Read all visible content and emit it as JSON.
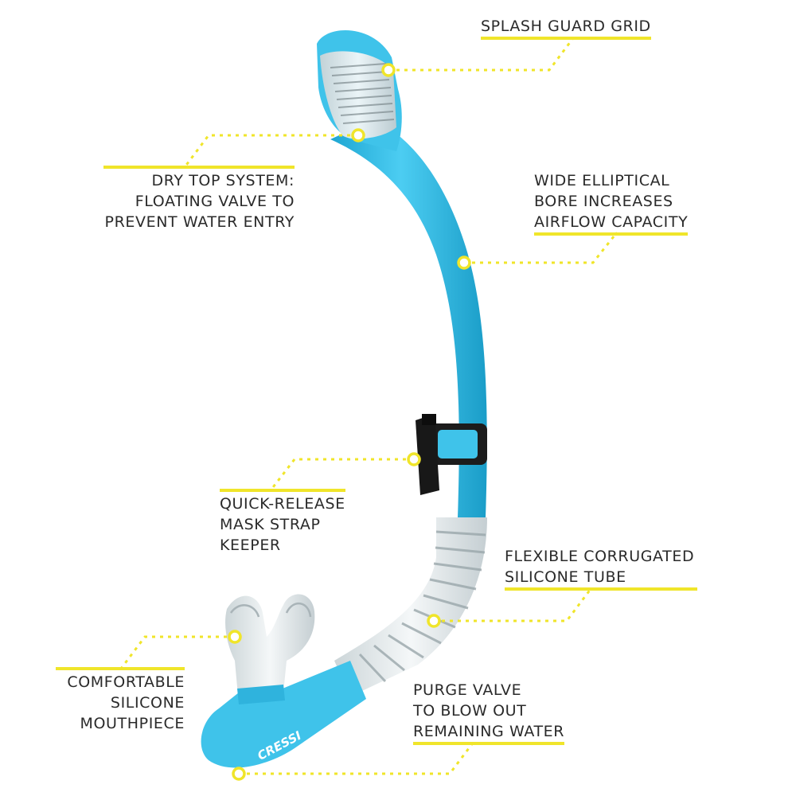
{
  "colors": {
    "accent_yellow": "#f0e52a",
    "tube_blue": "#3fc3ea",
    "tube_blue_dark": "#1ea6d2",
    "clear_silicone": "#e6ecee",
    "text": "#2a2a2a"
  },
  "brand": {
    "logo_text": "CRESSI"
  },
  "callouts": {
    "splash_guard": {
      "lines": [
        "SPLASH GUARD GRID"
      ]
    },
    "dry_top": {
      "lines": [
        "DRY TOP SYSTEM:",
        "FLOATING VALVE TO",
        "PREVENT WATER ENTRY"
      ]
    },
    "elliptical_bore": {
      "lines": [
        "WIDE ELLIPTICAL",
        "BORE INCREASES",
        "AIRFLOW CAPACITY"
      ]
    },
    "strap_keeper": {
      "lines": [
        "QUICK-RELEASE",
        "MASK STRAP",
        "KEEPER"
      ]
    },
    "corrugated_tube": {
      "lines": [
        "FLEXIBLE CORRUGATED",
        "SILICONE TUBE"
      ]
    },
    "mouthpiece": {
      "lines": [
        "COMFORTABLE",
        "SILICONE",
        "MOUTHPIECE"
      ]
    },
    "purge_valve": {
      "lines": [
        "PURGE VALVE",
        "TO BLOW OUT",
        "REMAINING WATER"
      ]
    }
  }
}
